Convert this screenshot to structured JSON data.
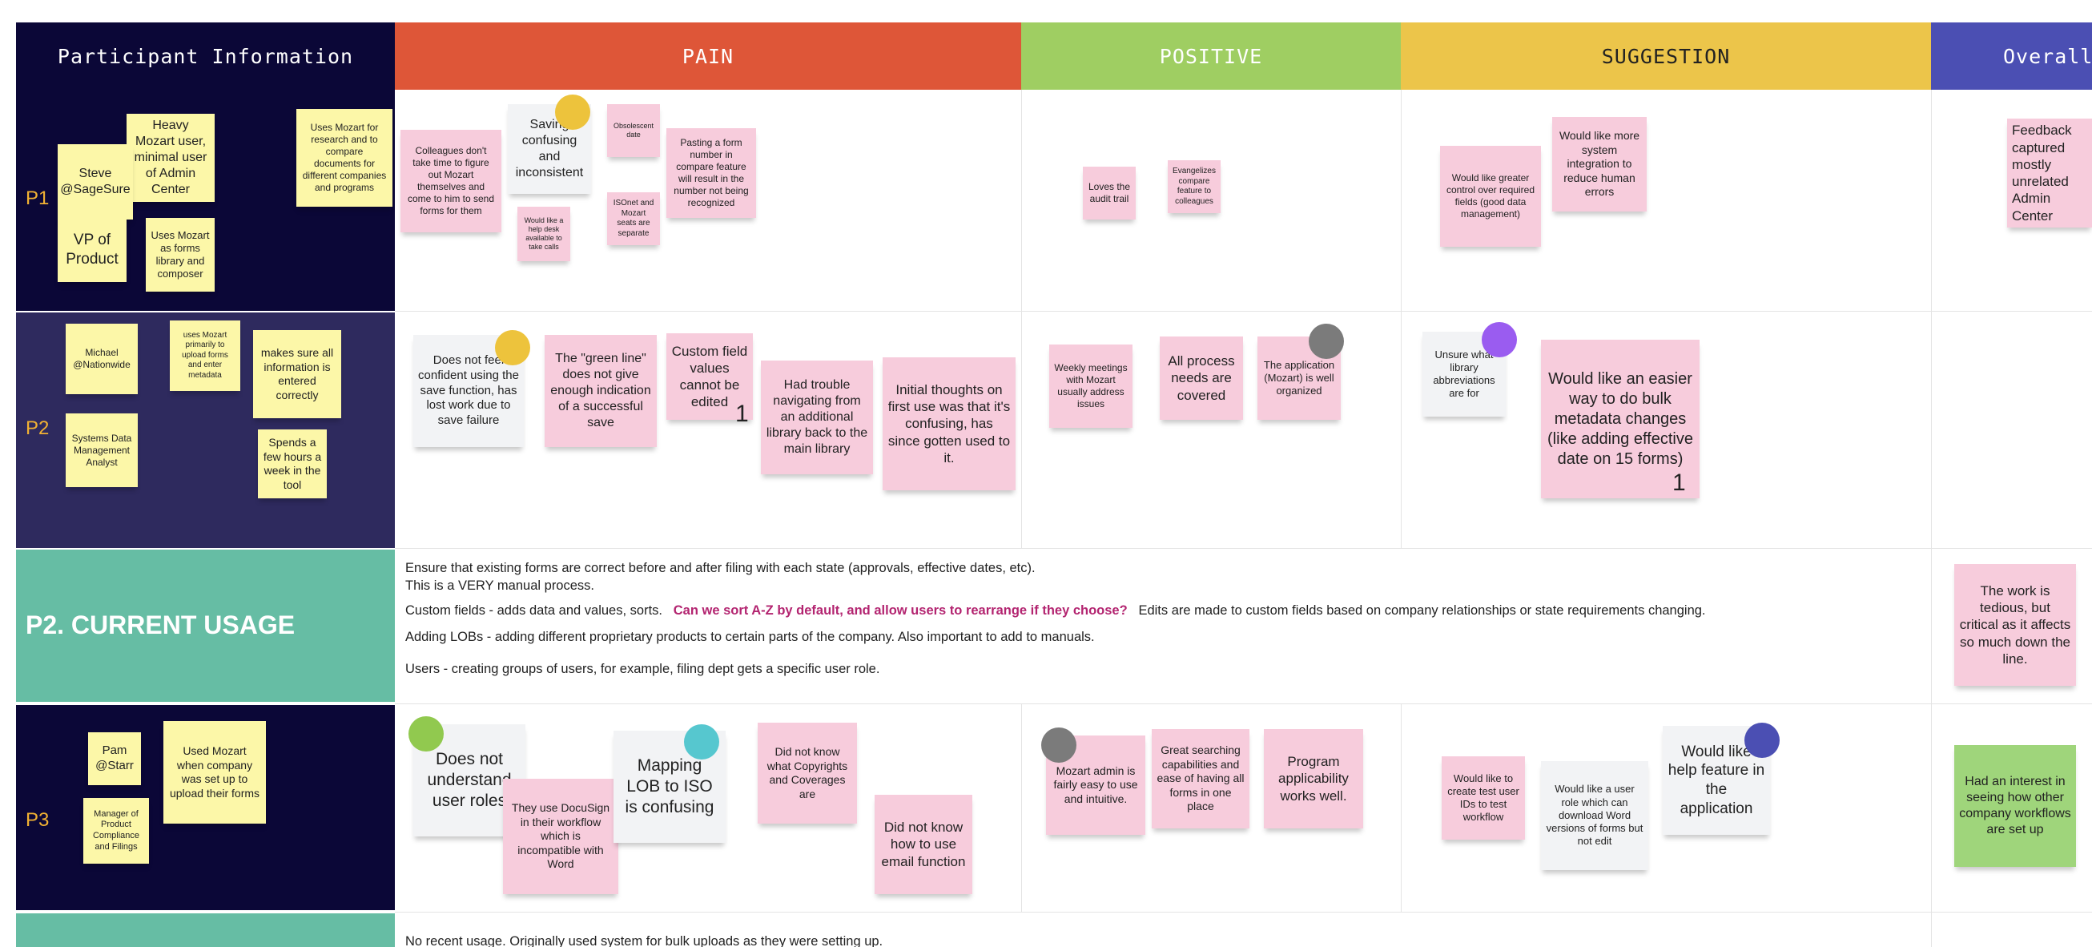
{
  "headers": {
    "participant": "Participant Information",
    "pain": "PAIN",
    "positive": "POSITIVE",
    "suggestion": "SUGGESTION",
    "overall": "Overall"
  },
  "rows": {
    "p1": "P1",
    "p2": "P2",
    "current_usage": "P2. CURRENT USAGE",
    "p3": "P3"
  },
  "p1": {
    "info": [
      "Heavy Mozart user, minimal user of Admin Center",
      "Steve @SageSure",
      "VP of Product",
      "Uses Mozart as forms library and composer",
      "Uses Mozart for research and to compare documents for different companies and programs"
    ],
    "pain": [
      "Colleagues don't take time to figure out Mozart themselves and come to him to send forms for them",
      "Saving confusing and inconsistent",
      "Obsolescent date",
      "Pasting a form number in compare feature will result in the number not being recognized",
      "Would like a help desk available to take calls",
      "ISOnet and Mozart seats are separate"
    ],
    "positive": [
      "Loves the audit trail",
      "Evangelizes compare feature to colleagues"
    ],
    "suggestion": [
      "Would like greater control over required fields (good data management)",
      "Would like more system integration to reduce human errors"
    ],
    "overall": [
      "Feedback captured mostly unrelated Admin Center"
    ]
  },
  "p2": {
    "info": [
      "Michael @Nationwide",
      "uses Mozart primarily to upload forms and enter metadata",
      "makes sure all information is entered correctly",
      "Systems Data Management Analyst",
      "Spends a few hours a week in the tool"
    ],
    "pain": [
      "Does not feel confident using the save function, has lost work due to save failure",
      "The \"green line\" does not give enough indication of a successful save",
      "Custom field values cannot be edited",
      "Had trouble navigating from an additional library back to the main library",
      "Initial thoughts on first use was that it's confusing, has since gotten used to it."
    ],
    "pain_count": "1",
    "positive": [
      "Weekly meetings with Mozart usually address issues",
      "All process needs are covered",
      "The application (Mozart) is well organized"
    ],
    "suggestion": [
      "Unsure what library abbreviations are for",
      "Would like an easier way to do bulk metadata changes (like adding effective date on 15 forms)"
    ],
    "suggestion_count": "1"
  },
  "usage": {
    "line1": "Ensure that existing forms are correct before and after filing with each state (approvals, effective dates, etc).",
    "line2": "This is a VERY manual process.",
    "line3a": "Custom fields - adds data and values, sorts.",
    "line3b": "Can we sort A-Z by default, and allow users to rearrange if they choose?",
    "line3c": "Edits are made to custom fields based on company relationships or state requirements changing.",
    "line4": "Adding LOBs - adding different proprietary products to certain parts of the company. Also important to add to manuals.",
    "line5": "Users - creating groups of users, for example, filing dept gets a specific user role.",
    "overall": "The work is tedious, but critical as it affects so much down the line."
  },
  "p3": {
    "info": [
      "Pam @Starr",
      "Used Mozart when company was set up to upload their forms",
      "Manager of Product Compliance and Filings"
    ],
    "pain": [
      "Does not understand user roles",
      "They use DocuSign in their workflow which is incompatible with Word",
      "Mapping LOB to ISO is confusing",
      "Did not know what Copyrights and Coverages are",
      "Did not know how to use email function"
    ],
    "positive": [
      "Mozart admin is fairly easy to use and intuitive.",
      "Great searching capabilities and ease of having all forms in one place",
      "Program applicability works well."
    ],
    "suggestion": [
      "Would like to create test user IDs to test workflow",
      "Would like a user role which can download Word versions of forms but not edit",
      "Would like help feature in the application"
    ],
    "overall": [
      "Had an interest in seeing how other company workflows are set up"
    ]
  },
  "bottom": {
    "line1": "No recent usage. Originally used system for bulk uploads as they were setting up."
  },
  "colors": {
    "navy": "#0b0737",
    "pain": "#de5638",
    "positive": "#9fce62",
    "suggestion": "#ecc54a",
    "overall": "#4b4fb3",
    "teal": "#66bda4",
    "sticky_yellow": "#fcf7a8",
    "sticky_pink": "#f7ccdc",
    "sticky_green": "#9fd57b"
  }
}
